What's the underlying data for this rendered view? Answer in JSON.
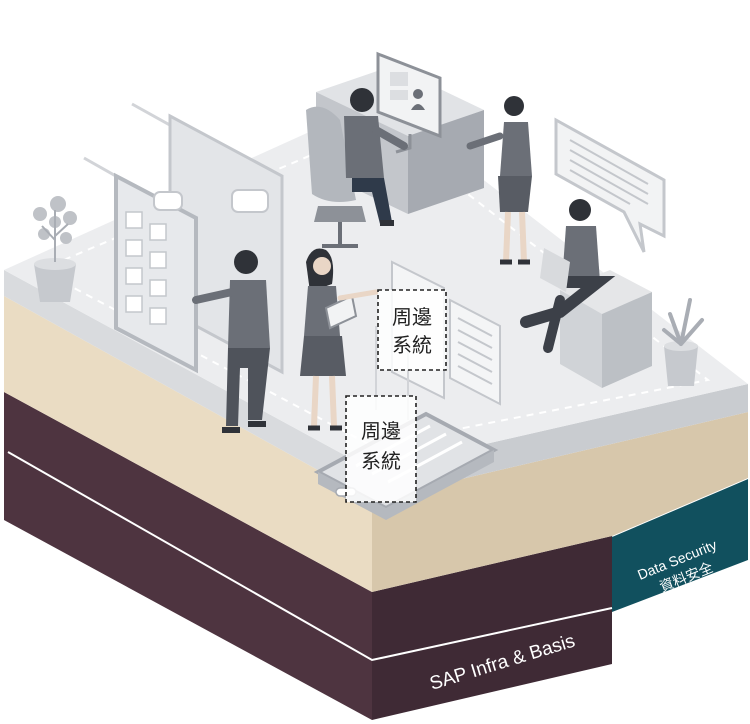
{
  "diagram": {
    "layers": {
      "infra": {
        "label": "SAP Infra & Basis"
      },
      "security": {
        "label_en": "Data Security",
        "label_zh": "資料安全"
      }
    },
    "callouts": [
      {
        "line1": "周邊",
        "line2": "系統"
      },
      {
        "line1": "周邊",
        "line2": "系統"
      }
    ]
  },
  "colors": {
    "infra_layer": "#4e3440",
    "security_layer": "#11505e",
    "sand_layer": "#eadcc3",
    "platform_top": "#ecedef",
    "figure": "#6b6f77",
    "figure_light": "#a9adb4"
  },
  "icons": [
    "plant-icon",
    "flower-icon",
    "monitor-icon",
    "tablet-icon",
    "chat-bubble-icon",
    "document-icon"
  ]
}
